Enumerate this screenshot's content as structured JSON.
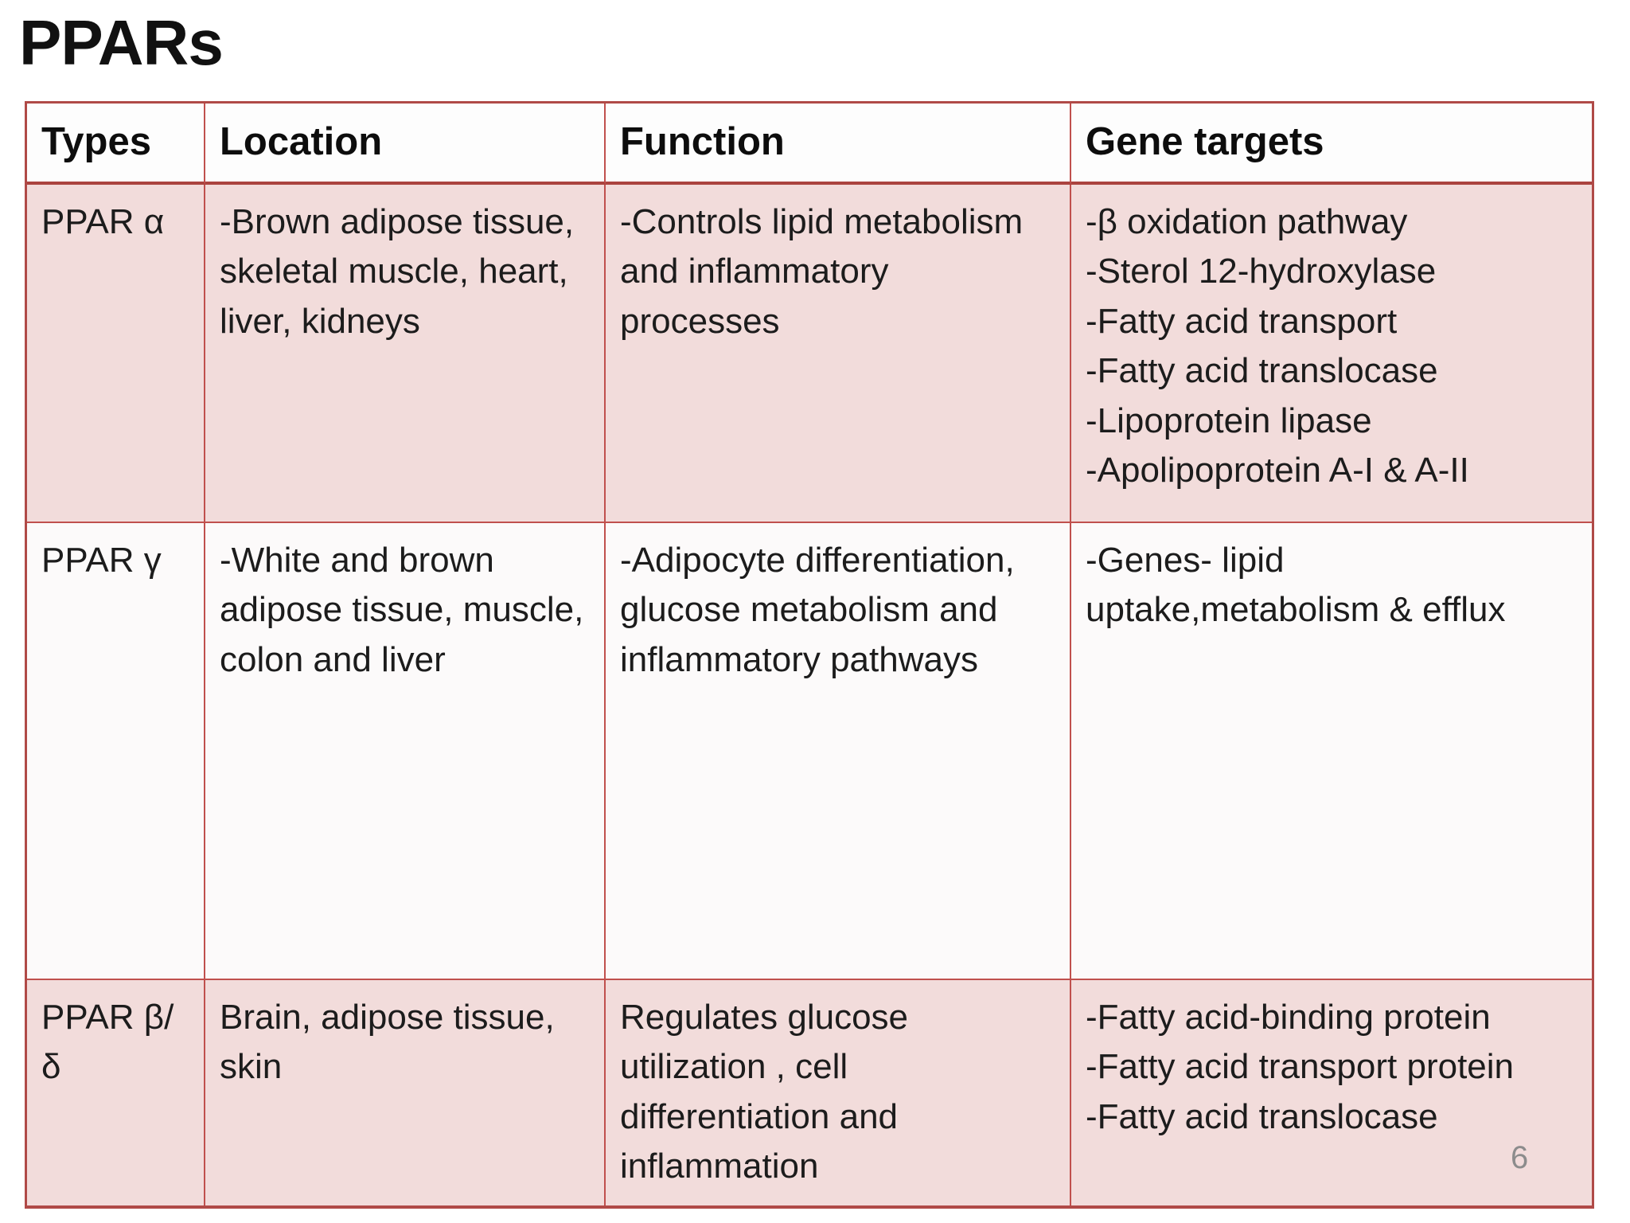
{
  "slide": {
    "title": "PPARs",
    "page_number": "6"
  },
  "colors": {
    "table_border": "#c0504d",
    "table_border_dark": "#ab433f",
    "row_pink": "#f2dcdb",
    "row_white": "#fcfafa",
    "header_bg": "#fdfdfd",
    "text": "#1c1c1c",
    "page_number_gray": "#8c8c8c"
  },
  "table": {
    "headers": [
      "Types",
      "Location",
      "Function",
      "Gene targets"
    ],
    "rows": [
      {
        "type": "PPAR α",
        "location": "-Brown adipose tissue, skeletal muscle, heart, liver, kidneys",
        "function": "-Controls lipid metabolism and inflammatory processes",
        "gene_targets": [
          "-β oxidation pathway",
          "-Sterol 12-hydroxylase",
          "-Fatty acid transport",
          "-Fatty acid translocase",
          "-Lipoprotein lipase",
          "-Apolipoprotein A-I & A-II"
        ]
      },
      {
        "type": "PPAR γ",
        "location": "-White and brown adipose tissue, muscle, colon and liver",
        "function": "-Adipocyte differentiation, glucose metabolism and inflammatory pathways",
        "gene_targets": [
          "-Genes- lipid uptake,metabolism & efflux"
        ]
      },
      {
        "type": "PPAR β/δ",
        "location": "Brain, adipose tissue, skin",
        "function": "Regulates glucose utilization , cell differentiation and inflammation",
        "gene_targets": [
          "-Fatty acid-binding protein",
          "-Fatty acid transport protein",
          "-Fatty acid translocase"
        ]
      }
    ]
  }
}
